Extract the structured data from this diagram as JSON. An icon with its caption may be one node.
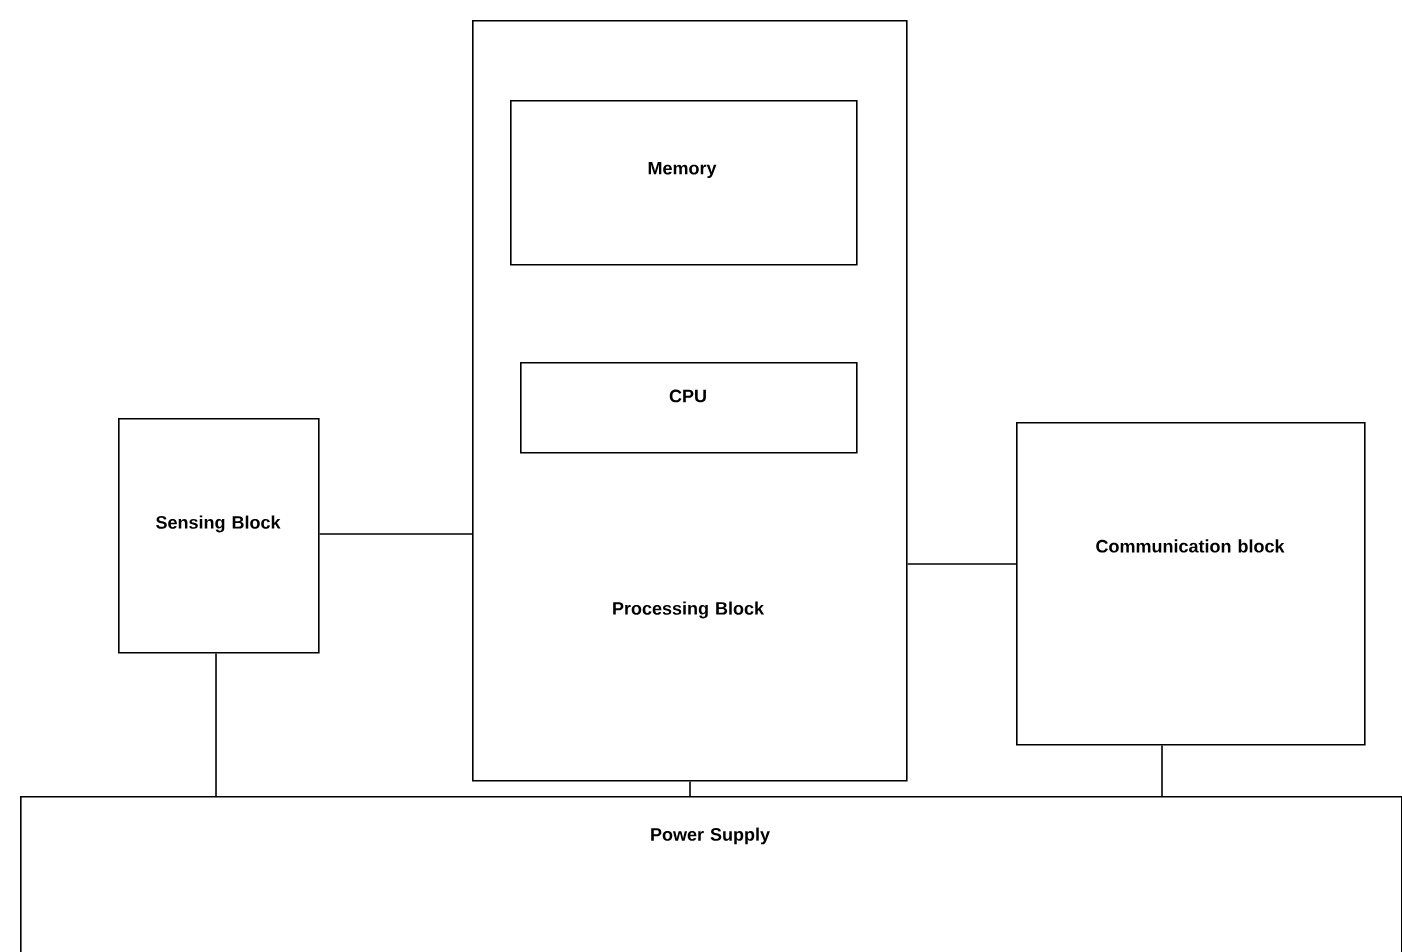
{
  "diagram": {
    "nodes": [
      {
        "text": [
          "Processing Block"
        ]
      },
      {
        "text": [
          "Memory"
        ],
        "in": 0
      },
      {
        "text": [
          "CPU"
        ],
        "in": 0
      },
      {
        "text": [
          "Sensing Block"
        ]
      },
      {
        "text": [
          "Communication block"
        ]
      },
      {
        "text": [
          "Power Supply"
        ]
      }
    ],
    "edges": [
      {
        "from": 3,
        "to": 0,
        "arrow": "none"
      },
      {
        "from": 0,
        "to": 4,
        "arrow": "none"
      },
      {
        "from": 3,
        "to": 5,
        "arrow": "none"
      },
      {
        "from": 0,
        "to": 5,
        "arrow": "none"
      },
      {
        "from": 4,
        "to": 5,
        "arrow": "none"
      }
    ]
  }
}
